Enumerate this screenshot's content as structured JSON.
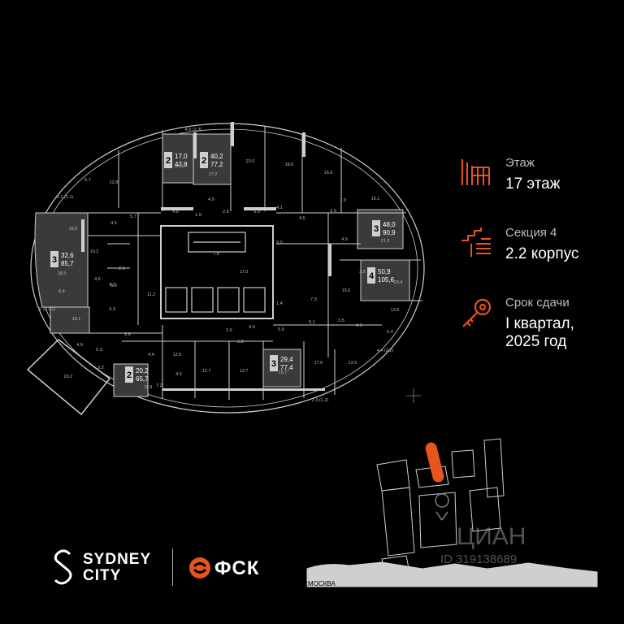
{
  "info": {
    "floor": {
      "label": "Этаж",
      "value": "17 этаж",
      "icon": "building-floors-icon"
    },
    "section": {
      "label": "Секция 4",
      "value": "2.2 корпус",
      "icon": "stairs-section-icon"
    },
    "deadline": {
      "label": "Срок сдачи",
      "value_line1": "I квартал,",
      "value_line2": "2025 год",
      "icon": "key-icon"
    }
  },
  "colors": {
    "accent": "#e8541e",
    "background": "#000000",
    "walls": "#cfcfcf",
    "highlight_unit": "#3a3a3a"
  },
  "plan": {
    "units": [
      {
        "rooms": "2",
        "area1": "17,0",
        "area2": "47,8"
      },
      {
        "rooms": "2",
        "area1": "40,2",
        "area2": "77,2"
      },
      {
        "rooms": "3",
        "area1": "48,0",
        "area2": "90,9"
      },
      {
        "rooms": "3",
        "area1": "32,6",
        "area2": "85,7"
      },
      {
        "rooms": "4",
        "area1": "50,9",
        "area2": "105,6"
      },
      {
        "rooms": "2",
        "area1": "20,2",
        "area2": "65,7"
      },
      {
        "rooms": "3",
        "area1": "29,4",
        "area2": "77,4"
      }
    ],
    "room_labels": [
      "4.5 (2.3)",
      "14.6",
      "17.2",
      "23.0",
      "18.6",
      "16.6",
      "12.8",
      "6.7",
      "10.1",
      "7.9",
      "2.1 (1.1)",
      "4.8",
      "4.9",
      "5.9",
      "4.1",
      "4.5",
      "1.9",
      "2.6",
      "2.9",
      "16.5",
      "4.5",
      "5.7",
      "21.3",
      "4.9",
      "7.8",
      "8.0",
      "10.2",
      "18.3",
      "3.5",
      "17.0",
      "20.4",
      "6.4",
      "4.3",
      "2.6",
      "4.6",
      "5.0",
      "11.2",
      "15.0",
      "1.4",
      "7.3",
      "13.5",
      "2.1 (1.1)",
      "16.1",
      "4.3",
      "8.6",
      "2.6",
      "4.0",
      "6.4",
      "5.1",
      "3.5",
      "4.9",
      "5.8",
      "5.9",
      "4.3",
      "4.4 (2.2)",
      "5.3",
      "4.4",
      "3.2",
      "12.5",
      "17.0",
      "13.5",
      "20.2",
      "4.5",
      "12.7",
      "13.7",
      "15.7",
      "7.2",
      "11.9",
      "2.3 (1.2)"
    ],
    "river_label": "Р.МОСКВА"
  },
  "brand": {
    "sydney_line1": "SYDNEY",
    "sydney_line2": "CITY",
    "fsk": "ФСК"
  },
  "watermark": {
    "name": "ЦИАН",
    "id": "ID 319138689"
  }
}
